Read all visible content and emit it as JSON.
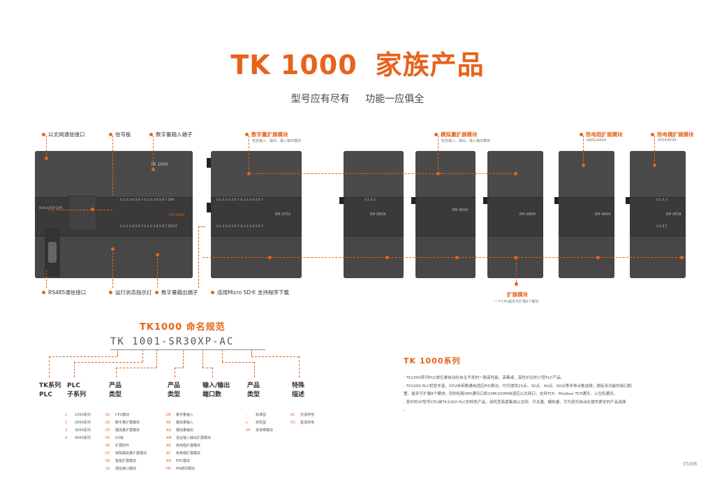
{
  "header": {
    "title_left": "TK 1000",
    "title_right": "家族产品",
    "subtitle": "型号应有尽有 功能一应俱全"
  },
  "callouts": {
    "ethernet": "以太网通信接口",
    "signal_board": "信号板",
    "di_terminal": "数字量输入端子",
    "dig_ext": "数字量扩展模块",
    "dig_ext_sub": "包含输入、输出、输入输出模块",
    "ana_ext": "模拟量扩展模块",
    "ana_ext_sub": "包含输入、输出、输入输出模块",
    "rtd_ext": "热电阻扩展模块",
    "rtd_ext_sub": "AR02/AR04",
    "tc_ext": "热电偶扩展模块",
    "tc_ext_sub": "AT04/AT08",
    "rs485": "RS485通信接口",
    "run_led": "运行状态指示灯",
    "do_terminal": "数字量输出端子",
    "sd_card": "适用Micro SD卡 支持程序下载",
    "ext_module": "扩展模块",
    "ext_module_sub": "一个CPU最多可扩展8个模块"
  },
  "devices": {
    "cpu_model": "TK 1000",
    "cpu_top_io": "0.1.2.3.4.5.6.7  0.1.2.3.4.5.6.7 DIN",
    "cpu_status": "RUN  STOP  ERR",
    "cpu_mid_label": "CPU SR40",
    "cpu_bot_io": "0.1.2.3.4.5.6.7 0.1.2.3.4.5.6.7 DOUT",
    "m1": "EM DT32",
    "m1_top": "0.1.2.3.4.5.6.7  0.1.2.3.4.5.6.7",
    "m1_bot": "0.1.2.3.4.5.6.7  0.1.2.3.4.5.6.7",
    "m2": "EM DE08",
    "m2_top": "0.1.2.3",
    "m3": "EM AE04",
    "m4": "EM AM06",
    "m5": "EM AR04",
    "m6": "EM AT08",
    "m6_top": "0.1.2.3",
    "m6_bot": "4.5.6.7"
  },
  "naming": {
    "title": "TK1000 命名规范",
    "code": "TK 1001-SR30XP-AC",
    "cols": [
      {
        "h1": "TK系列",
        "h2": "PLC"
      },
      {
        "h1": "PLC",
        "h2": "子系列"
      },
      {
        "h1": "产品",
        "h2": "类型"
      },
      {
        "h1": "产品",
        "h2": "类型"
      },
      {
        "h1": "输入/输出",
        "h2": "端口数"
      },
      {
        "h1": "产品",
        "h2": "类型"
      },
      {
        "h1": "特殊",
        "h2": "描述"
      }
    ],
    "subseries": [
      {
        "c": "1",
        "t": "1000系列"
      },
      {
        "c": "2",
        "t": "2000系列"
      },
      {
        "c": "3",
        "t": "3000系列"
      },
      {
        "c": "4",
        "t": "4000系列"
      }
    ],
    "prodtype1": [
      {
        "c": "01",
        "t": "CPU模块"
      },
      {
        "c": "02",
        "t": "数字量扩展模块"
      },
      {
        "c": "03",
        "t": "模拟量扩展模块"
      },
      {
        "c": "05",
        "t": "I/O板"
      },
      {
        "c": "06",
        "t": "扩展附件"
      },
      {
        "c": "07",
        "t": "特殊模拟量扩展模块"
      },
      {
        "c": "09",
        "t": "智能扩展模块"
      },
      {
        "c": "10",
        "t": "通信接口模块"
      }
    ],
    "prodtype2": [
      {
        "c": "DE",
        "t": "数字量输入"
      },
      {
        "c": "AE",
        "t": "模拟量输入"
      },
      {
        "c": "AQ",
        "t": "模拟量输出"
      },
      {
        "c": "AM",
        "t": "混合输入输出扩展模块"
      },
      {
        "c": "AR",
        "t": "热电阻扩展模块"
      },
      {
        "c": "AT",
        "t": "热电偶扩展模块"
      },
      {
        "c": "AN",
        "t": "NTC模块"
      },
      {
        "c": "PN",
        "t": "PN通讯模块"
      }
    ],
    "prodtype3": [
      {
        "c": "-",
        "t": "标准型"
      },
      {
        "c": "s",
        "t": "单机型"
      },
      {
        "c": "XP",
        "t": "本体带模块"
      }
    ],
    "special": [
      {
        "c": "AC",
        "t": "交流供电"
      },
      {
        "c": "DC",
        "t": "直流供电"
      }
    ]
  },
  "series": {
    "title": "TK 1000系列",
    "lines": [
      "· TK1000系列PLC是亿维自动化自主开发的一款高性能、高集成、高性价比的小型PLC产品。",
      "· TK1000 PLC机型丰富，CPU自带稳通自适应PID算法，均可提供20点、30点、40点、60点等多种点数选择；拥有多功能的接口配",
      "  置，最多可扩展8个模块，同时标配485通讯口和10M/100M自适应以太网口，支持TCP、Modbus TCP通讯，上位机通讯。",
      "· 其中的XP型号CPU是TK1000 PLC的特色产品，该机型高度集成以太网、开关量、模拟量，可为现代自动化提供更优的产品选择",
      "  。"
    ]
  },
  "page_number": "05/06"
}
